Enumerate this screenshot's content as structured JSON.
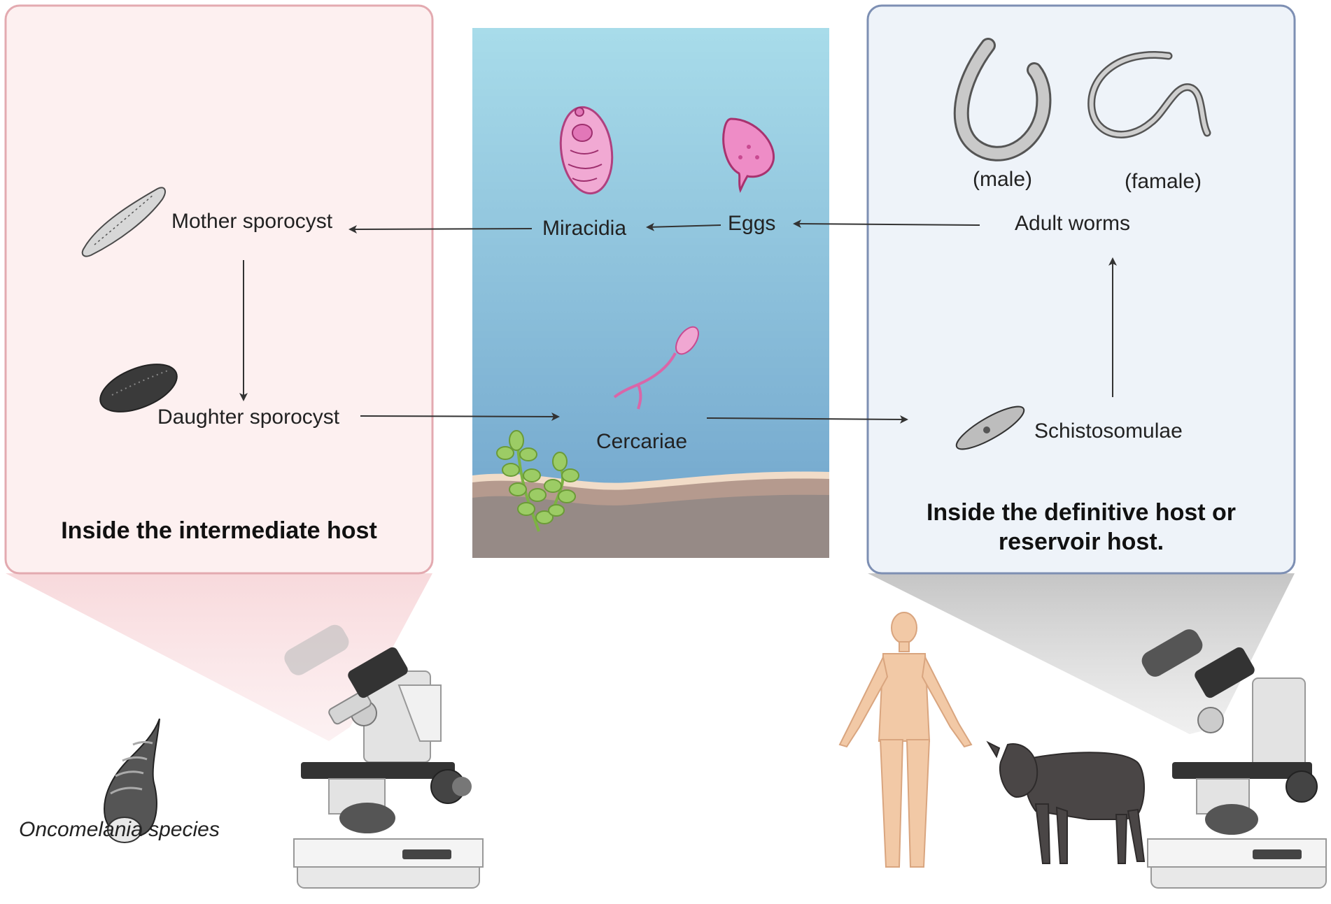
{
  "panels": {
    "intermediate_title": "Inside the intermediate host",
    "definitive_title_line1": "Inside the definitive host or",
    "definitive_title_line2": "reservoir host."
  },
  "stages": {
    "mother_sporocyst": "Mother sporocyst",
    "daughter_sporocyst": "Daughter sporocyst",
    "miracidia": "Miracidia",
    "eggs": "Eggs",
    "cercariae": "Cercariae",
    "adult_worms": "Adult worms",
    "male": "(male)",
    "female": "(famale)",
    "schistosomulae": "Schistosomulae"
  },
  "species": {
    "snail": "Oncomelania species"
  },
  "colors": {
    "intermediate_panel_fill": "#fdf0f0",
    "intermediate_panel_border": "#e3aab0",
    "definitive_panel_fill": "#eef3f9",
    "definitive_panel_border": "#7d8fb3",
    "water_top": "#a8dcea",
    "water_bottom": "#6fa3cb",
    "sediment": "#968a86",
    "parasite_pink": "#e277b8",
    "arrow": "#333333"
  },
  "icons": [
    "microscope-icon",
    "snail-icon",
    "human-icon",
    "calf-icon",
    "worm-male-icon",
    "worm-female-icon",
    "egg-icon",
    "miracidium-icon",
    "cercaria-icon",
    "sporocyst-icon",
    "schistosomulum-icon",
    "plant-icon"
  ]
}
